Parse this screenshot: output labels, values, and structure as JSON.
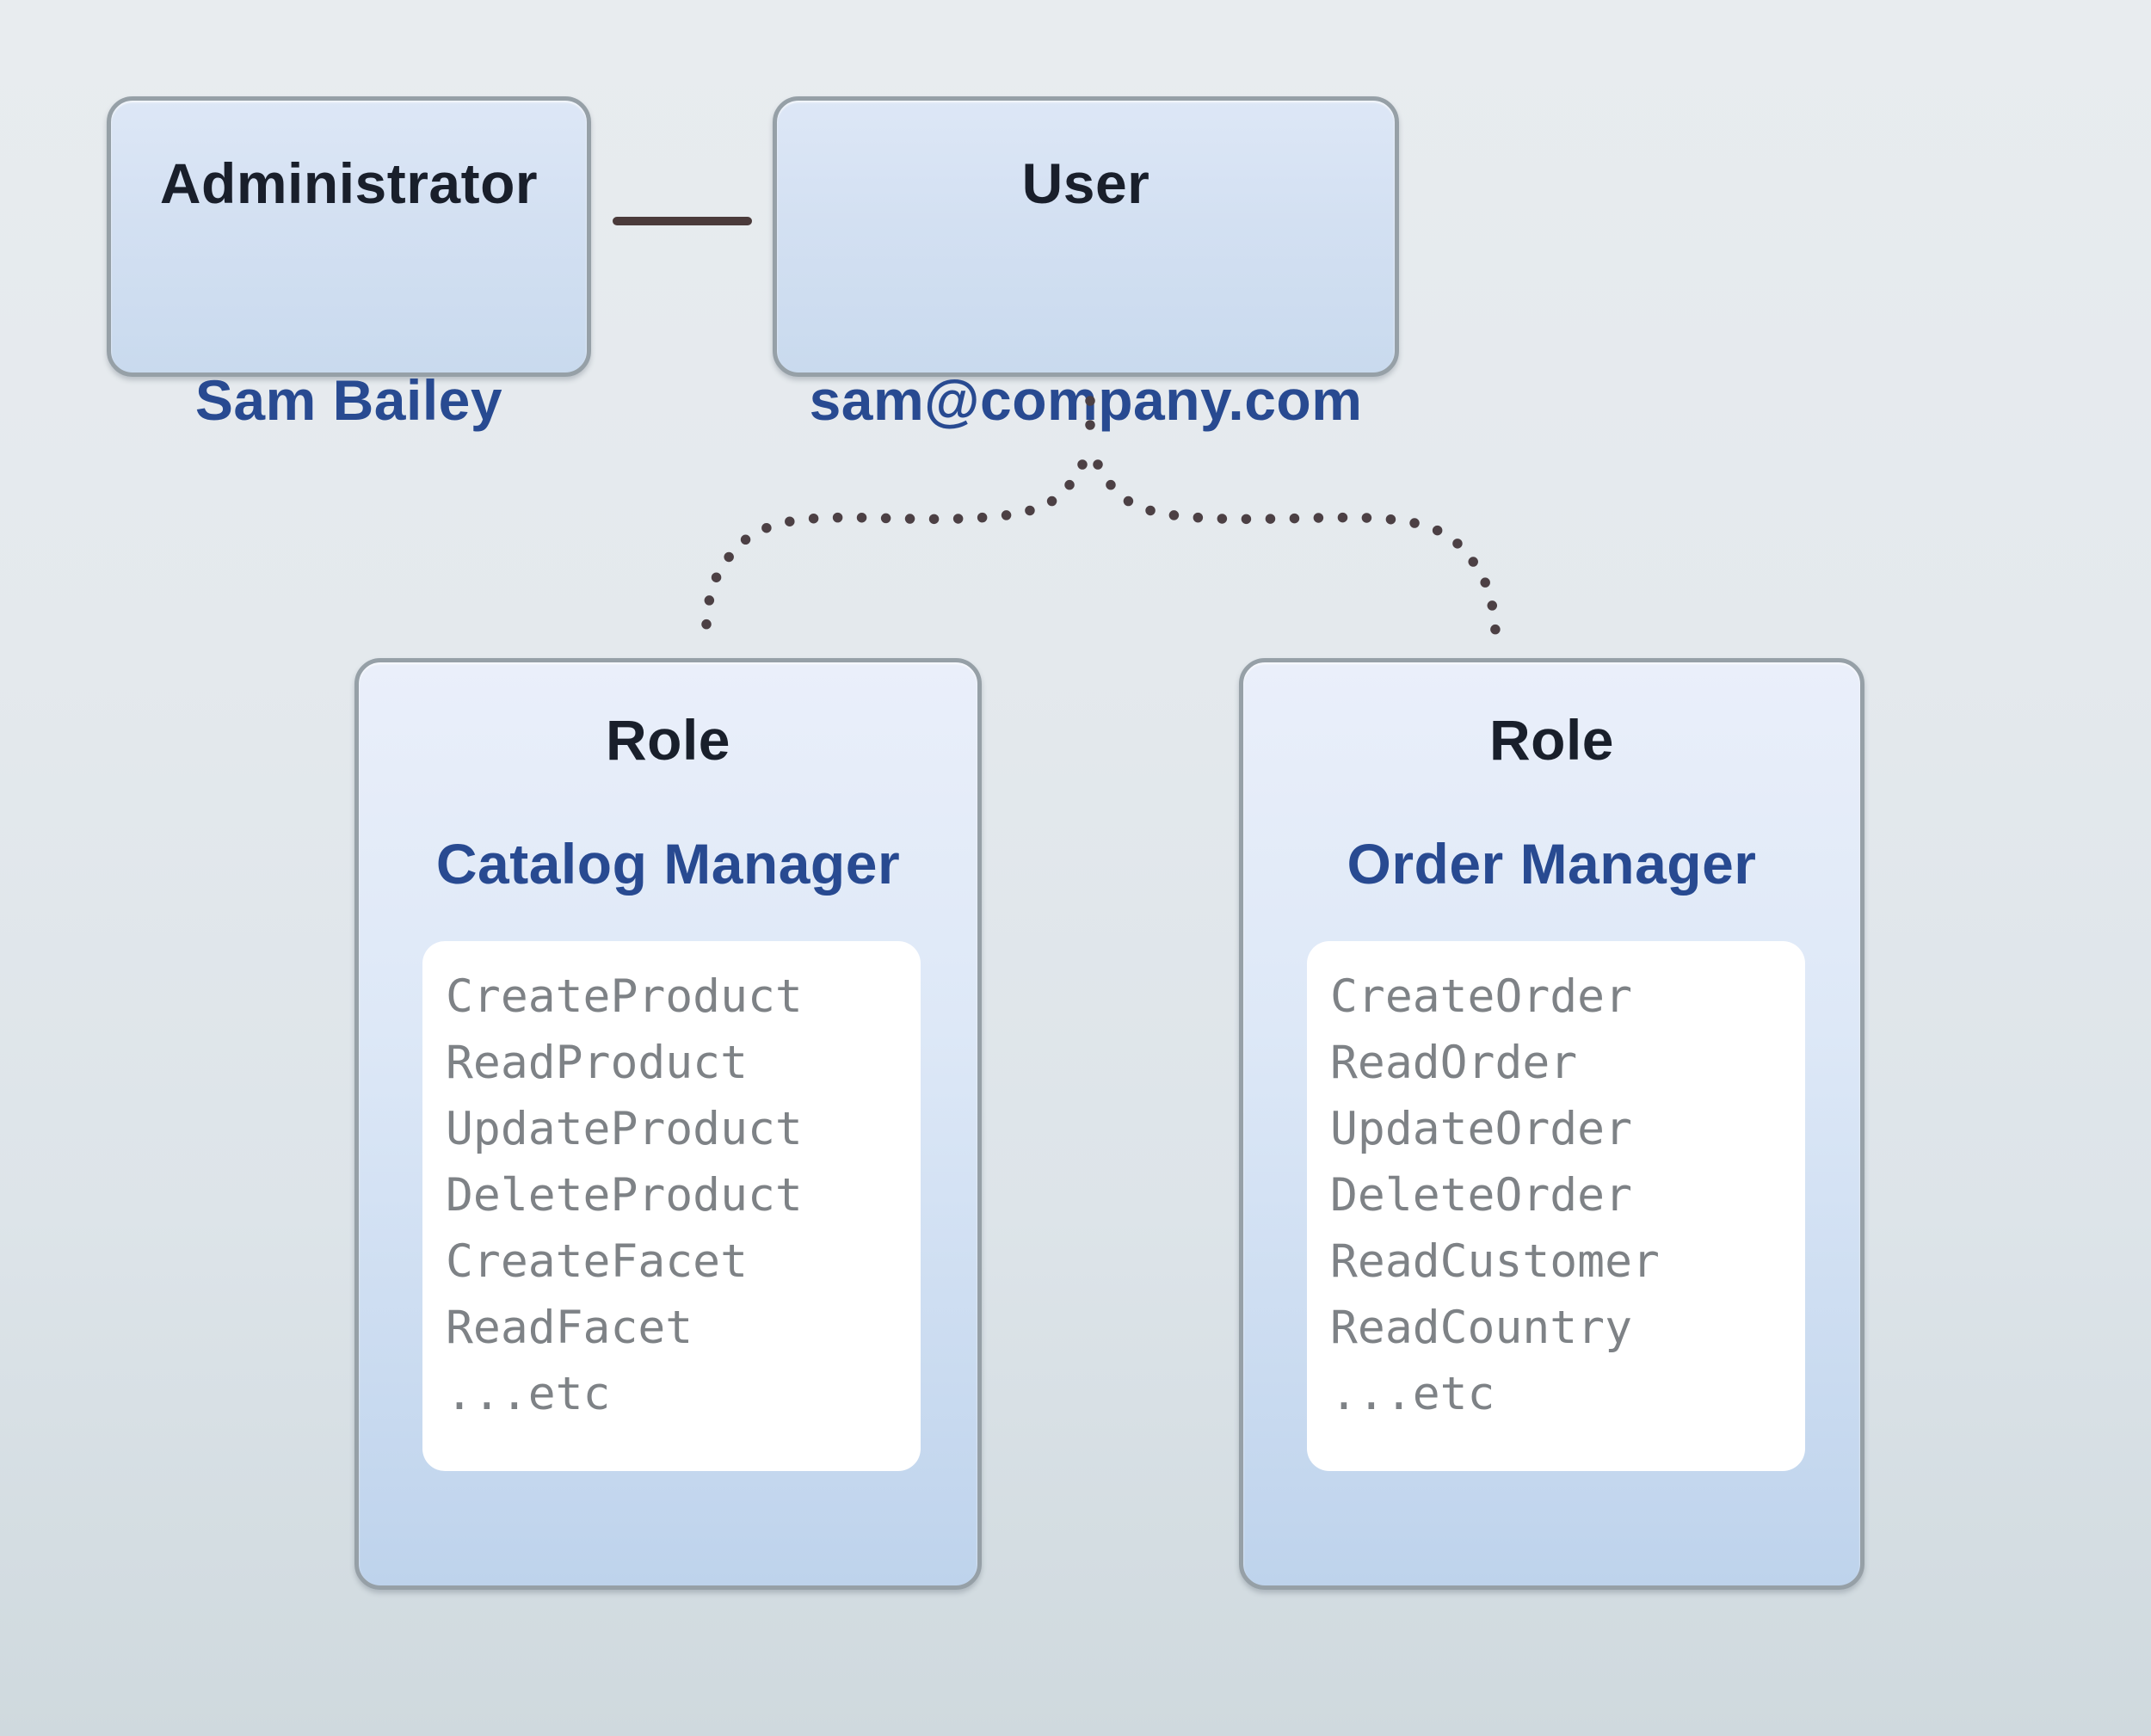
{
  "diagram": {
    "admin": {
      "title": "Administrator",
      "subtitle": "Sam Bailey"
    },
    "user": {
      "title": "User",
      "subtitle": "sam@company.com"
    },
    "roles": [
      {
        "title": "Role",
        "subtitle": "Catalog Manager",
        "permissions": [
          "CreateProduct",
          "ReadProduct",
          "UpdateProduct",
          "DeleteProduct",
          "CreateFacet",
          "ReadFacet",
          "...etc"
        ]
      },
      {
        "title": "Role",
        "subtitle": "Order Manager",
        "permissions": [
          "CreateOrder",
          "ReadOrder",
          "UpdateOrder",
          "DeleteOrder",
          "ReadCustomer",
          "ReadCountry",
          "...etc"
        ]
      }
    ],
    "colors": {
      "title_text": "#191f2b",
      "accent_text": "#284a91",
      "permission_text": "#7e8286",
      "connector_line": "#4a3a3a",
      "dotted_line": "#4c4044",
      "box_border": "#96a0a7",
      "top_box_fill_top": "#dde7f6",
      "top_box_fill_bottom": "#c9daee",
      "role_box_fill_top": "#eaeffa",
      "role_box_fill_bottom": "#bed3ec",
      "panel_background": "#ffffff"
    }
  }
}
